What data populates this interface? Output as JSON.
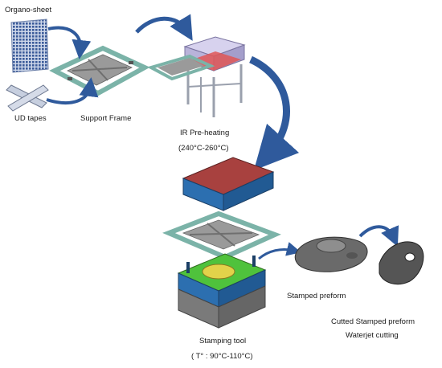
{
  "labels": {
    "organo_sheet": "Organo-sheet",
    "ud_tapes": "UD tapes",
    "support_frame": "Support Frame",
    "ir_preheating": "IR Pre-heating",
    "ir_temp": "(240°C-260°C)",
    "stamped_preform": "Stamped preform",
    "cutted_stamped_preform": "Cutted Stamped preform",
    "waterjet_cutting": "Waterjet cutting",
    "stamping_tool": "Stamping tool",
    "stamping_temp": "( T° : 90°C-110°C)"
  },
  "colors": {
    "arrow_blue": "#2f5a9c",
    "frame_teal": "#7bb3a8",
    "tool_blue": "#2c6fb0",
    "tool_red": "#a8413f",
    "mold_green": "#4fc23c",
    "mold_yellow": "#e2d24a",
    "base_grey": "#7a7a7a",
    "heater_lavender": "#b9b3da",
    "heater_red": "#e05656",
    "sheet_grey": "#8f8f8f",
    "preform_grey": "#6a6a6a"
  }
}
